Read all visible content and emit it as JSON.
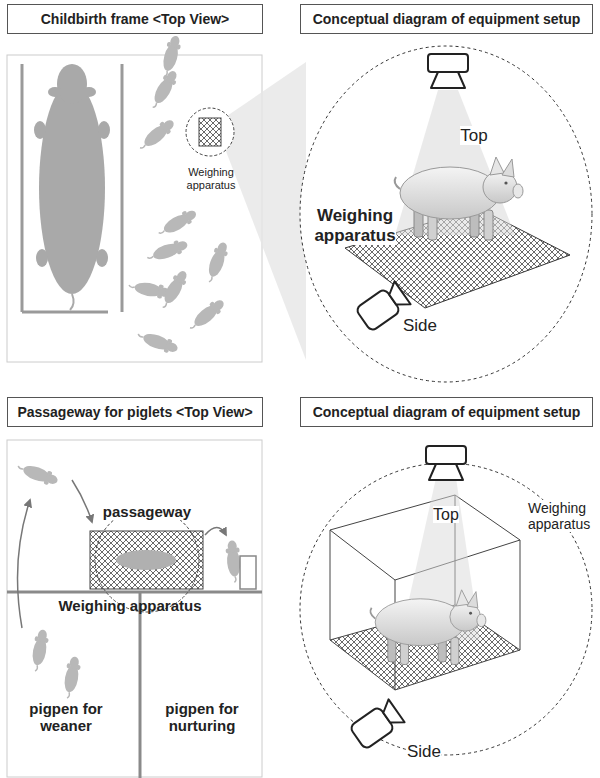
{
  "diagram": {
    "nodes": [
      {
        "text": [
          "Childbirth frame <Top View>"
        ]
      },
      {
        "text": [
          "Conceptual diagram of equipment setup"
        ]
      },
      {
        "text": [
          "Passageway for piglets <Top View>"
        ]
      },
      {
        "text": [
          "Conceptual diagram of equipment setup"
        ]
      }
    ],
    "labels": [
      "Weighing apparatus",
      "Top",
      "Weighing apparatus",
      "Side",
      "passageway",
      "Weighing apparatus",
      "pigpen for weaner",
      "pigpen for nurturing",
      "Top",
      "Weighing apparatus",
      "Side"
    ]
  }
}
